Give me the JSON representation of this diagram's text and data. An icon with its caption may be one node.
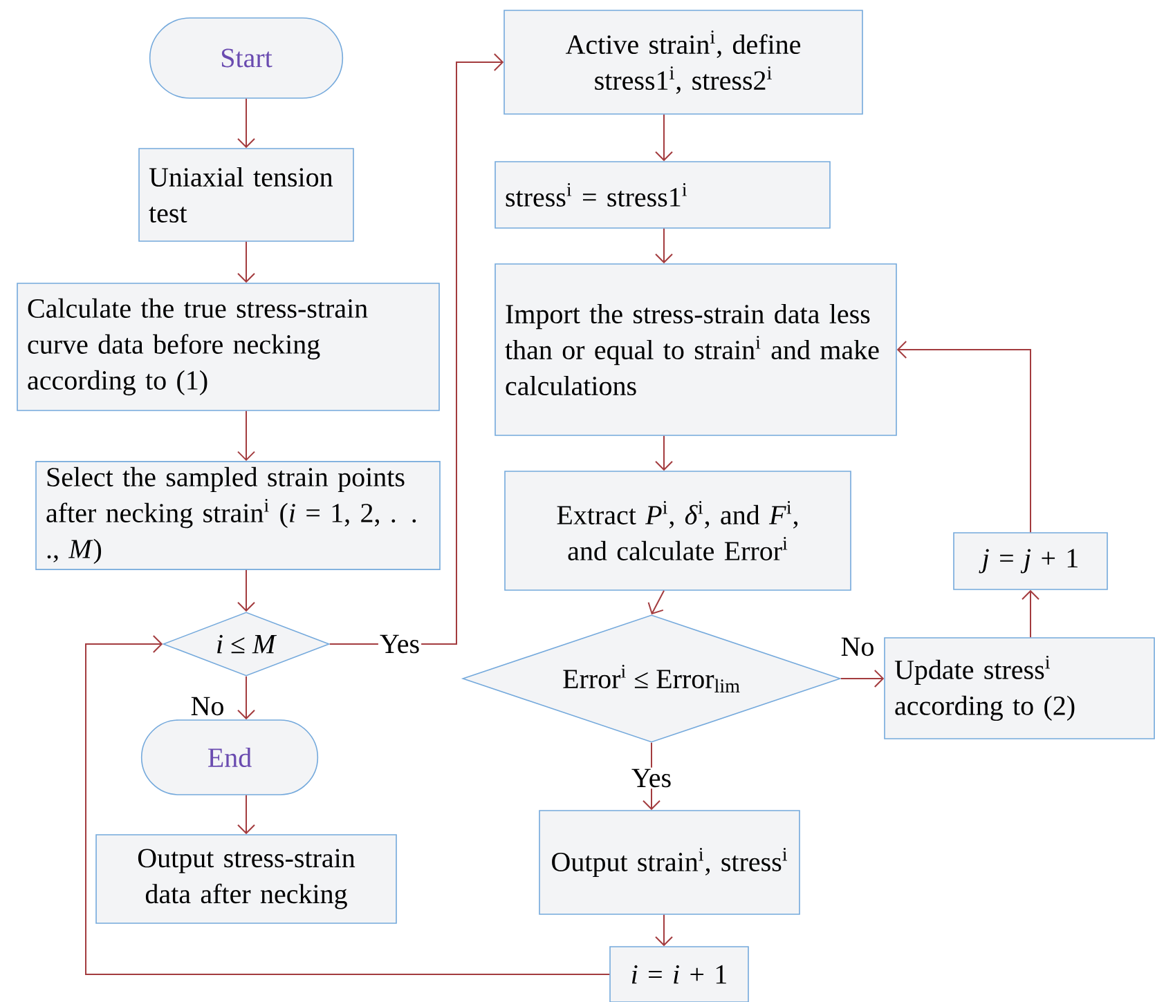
{
  "diagram": {
    "nodes": [
      {
        "text": [
          "Start"
        ]
      },
      {
        "text": [
          "Uniaxial tension test"
        ]
      },
      {
        "text": [
          "Calculate the true stress-strain curve data before necking according to (1)"
        ]
      },
      {
        "text": [
          "Select the sampled strain points after necking strain$^{i}$ (*i* = 1, 2, . . ., *M*)"
        ]
      },
      {
        "text": [
          "*i* ≤ *M*"
        ]
      },
      {
        "text": [
          "End"
        ]
      },
      {
        "text": [
          "Output stress-strain data after necking"
        ]
      },
      {
        "text": [
          "Active strain$^{i}$, define stress1$^{i}$, stress2$^{i}$"
        ]
      },
      {
        "text": [
          "stress$^{i}$ = stress1$^{i}$"
        ]
      },
      {
        "text": [
          "Import the stress-strain data less than or equal to strain$^{i}$ and make calculations"
        ]
      },
      {
        "text": [
          "Extract *P*$^{i}$, *δ*$^{i}$, and *F*$^{i}$, and calculate Error$^{i}$"
        ]
      },
      {
        "text": [
          "Error$^{i}$ ≤ Error$_{lim}$"
        ]
      },
      {
        "text": [
          "Output strain$^{i}$, stress$^{i}$"
        ]
      },
      {
        "text": [
          "*i* = *i* + 1"
        ]
      },
      {
        "text": [
          "Update stress$^{i}$ according to (2)"
        ]
      },
      {
        "text": [
          "*j* = *j* + 1"
        ]
      }
    ],
    "edges": [
      {
        "from": 0,
        "to": 1,
        "arrow": "to"
      },
      {
        "from": 1,
        "to": 2,
        "arrow": "to"
      },
      {
        "from": 2,
        "to": 3,
        "arrow": "to"
      },
      {
        "from": 3,
        "to": 4,
        "arrow": "to"
      },
      {
        "from": 4,
        "to": 5,
        "arrow": "to",
        "label": "No"
      },
      {
        "from": 5,
        "to": 6,
        "arrow": "to"
      },
      {
        "from": 4,
        "to": 7,
        "arrow": "to",
        "label": "Yes"
      },
      {
        "from": 7,
        "to": 8,
        "arrow": "to"
      },
      {
        "from": 8,
        "to": 9,
        "arrow": "to"
      },
      {
        "from": 9,
        "to": 10,
        "arrow": "to"
      },
      {
        "from": 10,
        "to": 11,
        "arrow": "to"
      },
      {
        "from": 11,
        "to": 12,
        "arrow": "to",
        "label": "Yes"
      },
      {
        "from": 12,
        "to": 13,
        "arrow": "to"
      },
      {
        "from": 13,
        "to": 4,
        "arrow": "to"
      },
      {
        "from": 11,
        "to": 14,
        "arrow": "to",
        "label": "No"
      },
      {
        "from": 14,
        "to": 15,
        "arrow": "to"
      },
      {
        "from": 15,
        "to": 9,
        "arrow": "to"
      }
    ]
  }
}
